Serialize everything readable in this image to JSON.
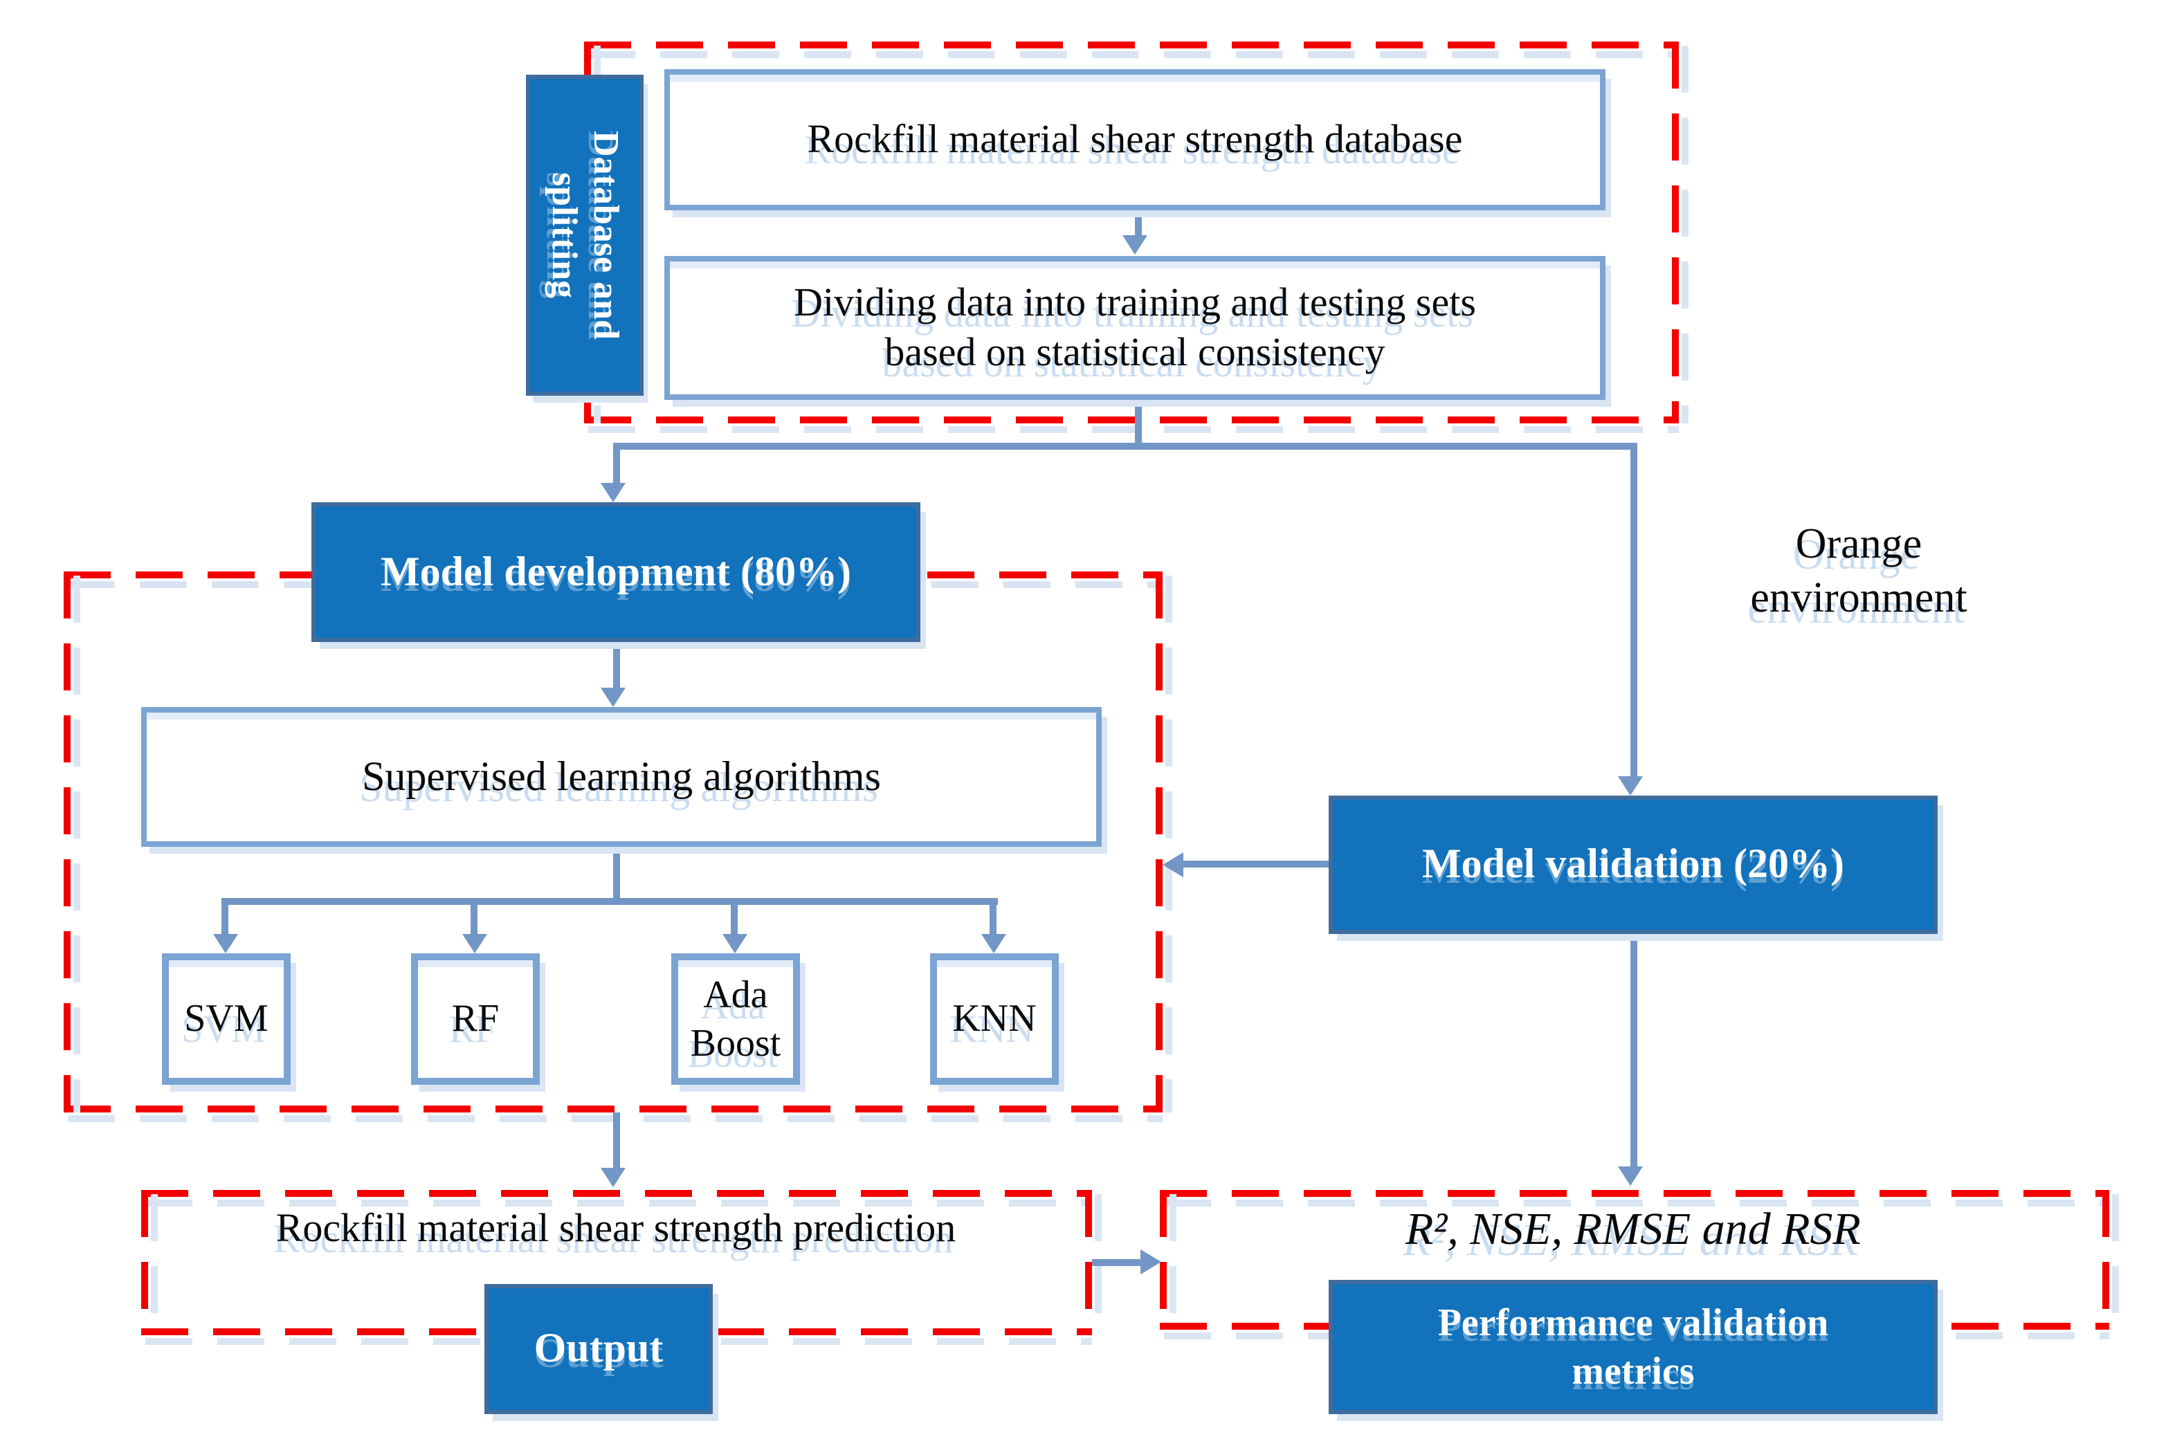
{
  "diagram": {
    "database_section": {
      "side_label": "Database and\nsplitting",
      "db_box": "Rockfill material shear strength database",
      "split_box": "Dividing data into training and testing sets\nbased on statistical consistency"
    },
    "development_section": {
      "model_dev": "Model development (80%)",
      "supervised": "Supervised learning algorithms",
      "algorithms": [
        "SVM",
        "RF",
        "Ada Boost",
        "KNN"
      ]
    },
    "validation_section": {
      "environment": "Orange\nenvironment",
      "model_val": "Model validation (20%)"
    },
    "output_section": {
      "prediction": "Rockfill material shear strength prediction",
      "output": "Output"
    },
    "metrics_section": {
      "formula": "R², NSE, RMSE and RSR",
      "metrics_box": "Performance validation\nmetrics"
    },
    "colors": {
      "primary_blue": "#1272BC",
      "box_border_blue": "#7BA4D2",
      "connector_blue": "#7296C5",
      "dash_red": "#F40000",
      "shadow_light_blue": "#D9E5F3"
    }
  }
}
